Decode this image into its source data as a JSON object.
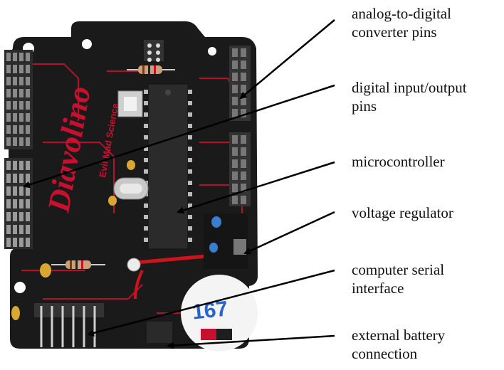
{
  "board": {
    "logo_text": "Diavolino",
    "logo_subtext": "Evil Mad Science",
    "sticker_text": "167"
  },
  "labels": [
    {
      "id": "adc-pins",
      "lines": [
        "analog-to-digital",
        "converter pins"
      ]
    },
    {
      "id": "digital-io-pins",
      "lines": [
        "digital input/output",
        "pins"
      ]
    },
    {
      "id": "microcontroller",
      "lines": [
        "microcontroller"
      ]
    },
    {
      "id": "voltage-regulator",
      "lines": [
        "voltage regulator"
      ]
    },
    {
      "id": "serial-interface",
      "lines": [
        "computer serial",
        "interface"
      ]
    },
    {
      "id": "battery-connection",
      "lines": [
        "external battery",
        "connection"
      ]
    }
  ],
  "colors": {
    "pcb": "#1a1a1a",
    "trace_red": "#c8102e",
    "arrow": "#000000",
    "chip": "#2b2b2b",
    "sticker": "#f4f4f4",
    "sticker_text": "#2a64c8"
  }
}
